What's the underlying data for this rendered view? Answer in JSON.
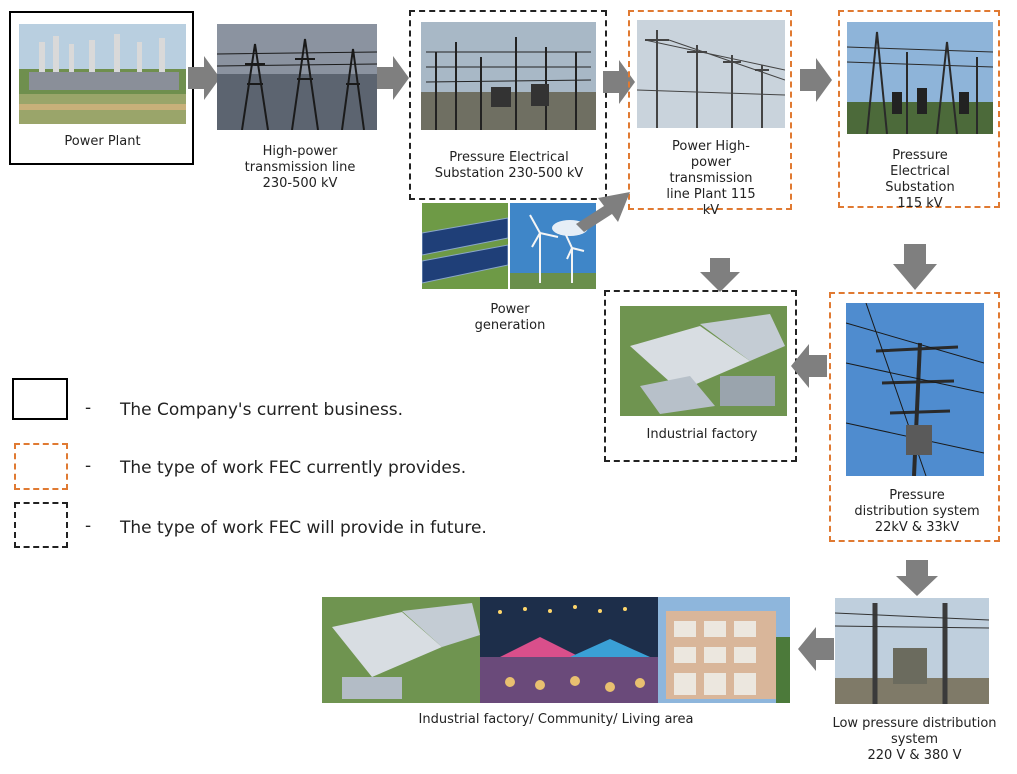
{
  "nodes": {
    "power_plant": "Power Plant",
    "transmission_500": "High-power\ntransmission line\n230-500 kV",
    "substation_500": "Pressure Electrical\nSubstation 230-500 kV",
    "transmission_115": "Power High-\npower\ntransmission\nline Plant 115\nkV",
    "substation_115": "Pressure\nElectrical\nSubstation\n115 kV",
    "power_generation": "Power\ngeneration",
    "industrial_factory": "Industrial factory",
    "distribution_22_33": "Pressure\ndistribution system\n22kV & 33kV",
    "low_distribution": "Low pressure distribution\nsystem\n220 V & 380 V",
    "end_users": "Industrial factory/ Community/ Living area"
  },
  "legend": {
    "dash": "-",
    "current_business": "The Company's current business.",
    "fec_current": "The type of work FEC currently provides.",
    "fec_future": "The type of work FEC will provide in future."
  },
  "colors": {
    "arrow": "#7f7f7f",
    "orange_dash": "#e07a32",
    "black_dash": "#222222"
  }
}
